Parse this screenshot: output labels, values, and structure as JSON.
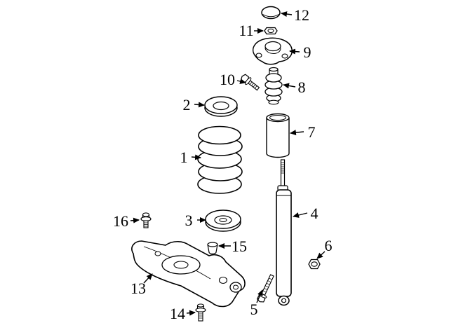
{
  "diagram": {
    "type": "exploded-parts-diagram",
    "colors": {
      "ink": "#000000",
      "background": "#ffffff"
    },
    "callouts": [
      {
        "n": "1",
        "part": "coil-spring"
      },
      {
        "n": "2",
        "part": "upper-spring-seat"
      },
      {
        "n": "3",
        "part": "lower-spring-seat"
      },
      {
        "n": "4",
        "part": "shock-absorber"
      },
      {
        "n": "5",
        "part": "shock-lower-bolt"
      },
      {
        "n": "6",
        "part": "shock-lower-nut"
      },
      {
        "n": "7",
        "part": "dust-shield"
      },
      {
        "n": "8",
        "part": "bump-stop"
      },
      {
        "n": "9",
        "part": "upper-mount"
      },
      {
        "n": "10",
        "part": "mount-bolt"
      },
      {
        "n": "11",
        "part": "rod-nut"
      },
      {
        "n": "12",
        "part": "cap"
      },
      {
        "n": "13",
        "part": "lower-control-arm"
      },
      {
        "n": "14",
        "part": "arm-bolt"
      },
      {
        "n": "15",
        "part": "arm-bushing"
      },
      {
        "n": "16",
        "part": "seat-bolt"
      }
    ]
  }
}
